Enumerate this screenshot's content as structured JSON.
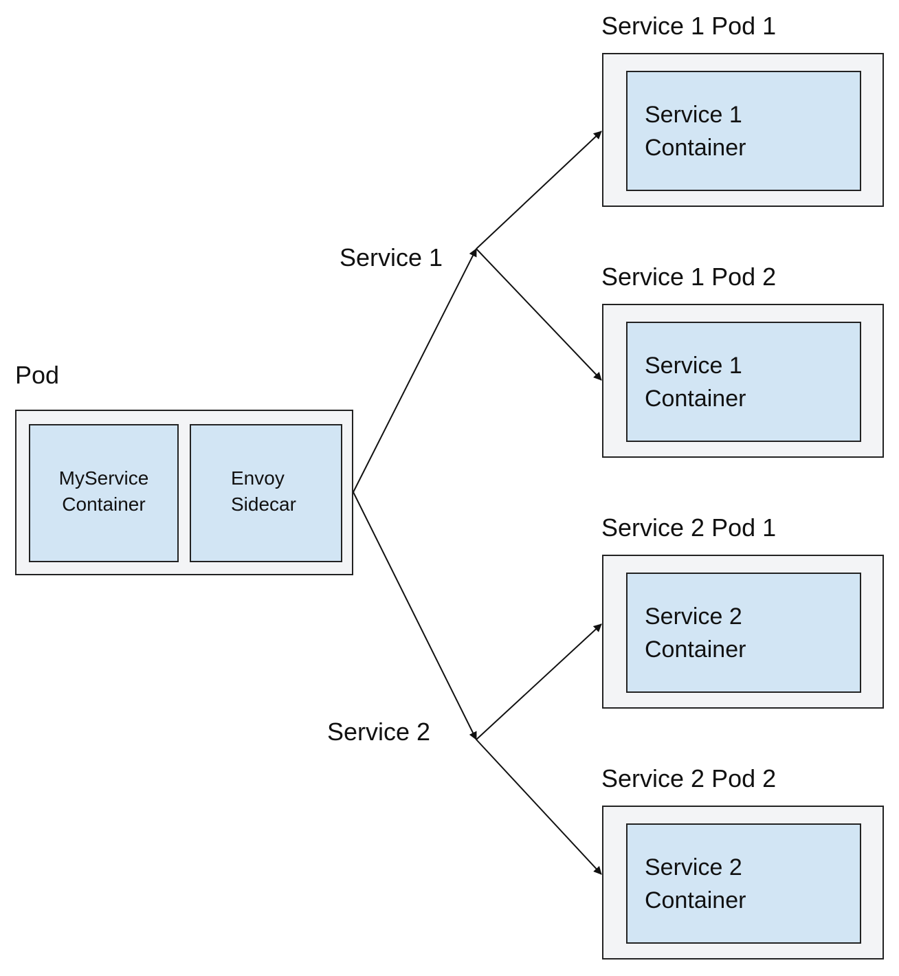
{
  "client_pod": {
    "label": "Pod",
    "containers": [
      {
        "line1": "MyService",
        "line2": "Container"
      },
      {
        "line1": "Envoy",
        "line2": "Sidecar"
      }
    ]
  },
  "routes": [
    {
      "label": "Service 1"
    },
    {
      "label": "Service 2"
    }
  ],
  "target_pods": [
    {
      "label": "Service 1 Pod 1",
      "line1": "Service 1",
      "line2": "Container"
    },
    {
      "label": "Service 1 Pod 2",
      "line1": "Service 1",
      "line2": "Container"
    },
    {
      "label": "Service 2 Pod 1",
      "line1": "Service 2",
      "line2": "Container"
    },
    {
      "label": "Service 2 Pod 2",
      "line1": "Service 2",
      "line2": "Container"
    }
  ],
  "colors": {
    "container_fill": "#d2e5f4",
    "pod_fill": "#f3f4f6",
    "stroke": "#222222"
  }
}
